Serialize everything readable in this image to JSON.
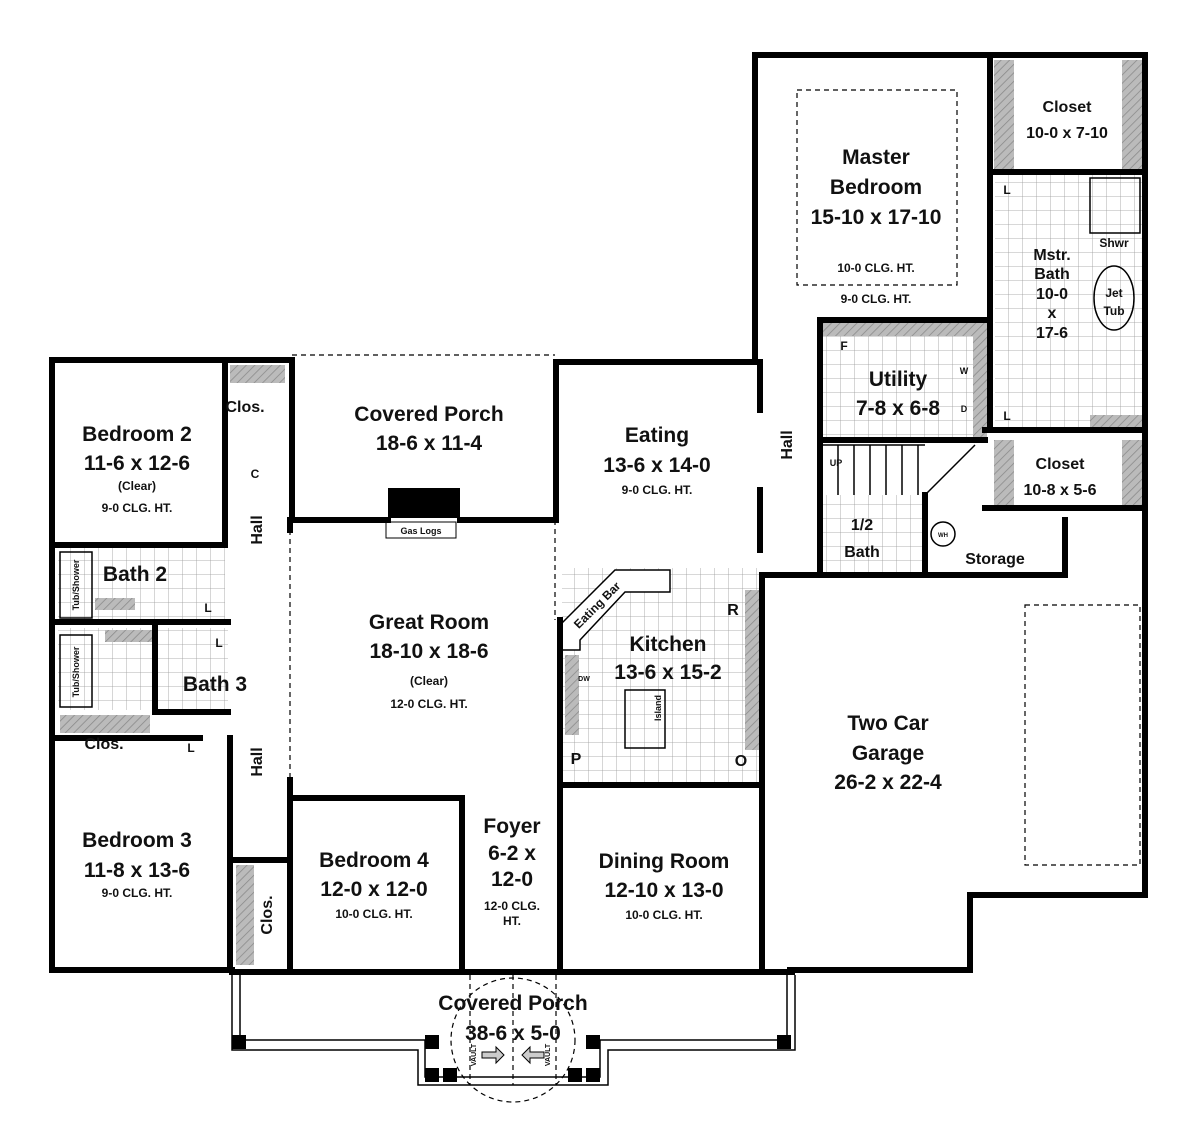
{
  "rooms": {
    "master_bedroom": {
      "name1": "Master",
      "name2": "Bedroom",
      "dim": "15-10 x 17-10",
      "clg_inner": "10-0 CLG. HT.",
      "clg": "9-0 CLG. HT."
    },
    "closet_master": {
      "name": "Closet",
      "dim": "10-0 x 7-10"
    },
    "master_bath": {
      "l1": "Mstr.",
      "l2": "Bath",
      "l3": "10-0",
      "l4": "x",
      "l5": "17-6",
      "shower": "Shwr",
      "tub1": "Jet",
      "tub2": "Tub"
    },
    "utility": {
      "name": "Utility",
      "dim": "7-8 x 6-8",
      "freezer": "F",
      "washer": "W",
      "dryer": "D"
    },
    "closet_hall": {
      "name": "Closet",
      "dim": "10-8 x 5-6"
    },
    "half_bath": {
      "l1": "1/2",
      "l2": "Bath",
      "water_heater": "WH"
    },
    "storage": {
      "name": "Storage"
    },
    "stairs": {
      "label": "UP"
    },
    "bedroom2": {
      "name": "Bedroom 2",
      "dim": "11-6 x 12-6",
      "note": "(Clear)",
      "clg": "9-0 CLG. HT.",
      "closet": "Clos.",
      "closet_small": "C"
    },
    "covered_porch_rear": {
      "name": "Covered Porch",
      "dim": "18-6 x 11-4",
      "fireplace": "Gas Logs"
    },
    "eating": {
      "name": "Eating",
      "dim": "13-6 x 14-0",
      "clg": "9-0 CLG. HT."
    },
    "bath2": {
      "name": "Bath 2",
      "tub": "Tub/Shower",
      "linen": "L"
    },
    "bath3": {
      "name": "Bath 3",
      "tub": "Tub/Shower",
      "linen": "L",
      "linen2": "L"
    },
    "great_room": {
      "name": "Great Room",
      "dim": "18-10 x 18-6",
      "note": "(Clear)",
      "clg": "12-0 CLG. HT."
    },
    "kitchen": {
      "name": "Kitchen",
      "dim": "13-6 x 15-2",
      "eating_bar": "Eating Bar",
      "dishwasher": "DW",
      "island": "Island",
      "refrigerator": "R",
      "pantry": "P",
      "oven": "O"
    },
    "garage": {
      "l1": "Two Car",
      "l2": "Garage",
      "dim": "26-2 x 22-4"
    },
    "foyer": {
      "name": "Foyer",
      "dim1": "6-2 x",
      "dim2": "12-0",
      "clg1": "12-0 CLG.",
      "clg2": "HT."
    },
    "bedroom3": {
      "name": "Bedroom 3",
      "dim": "11-8 x 13-6",
      "clg": "9-0 CLG. HT.",
      "closet": "Clos."
    },
    "bedroom4": {
      "name": "Bedroom 4",
      "dim": "12-0 x 12-0",
      "clg": "10-0 CLG. HT.",
      "closet": "Clos."
    },
    "dining": {
      "name": "Dining Room",
      "dim": "12-10 x 13-0",
      "clg": "10-0 CLG. HT."
    },
    "covered_porch_front": {
      "name": "Covered Porch",
      "dim": "38-6 x 5-0",
      "vault": "VAULT"
    },
    "hall_labels": {
      "hall": "Hall"
    }
  }
}
